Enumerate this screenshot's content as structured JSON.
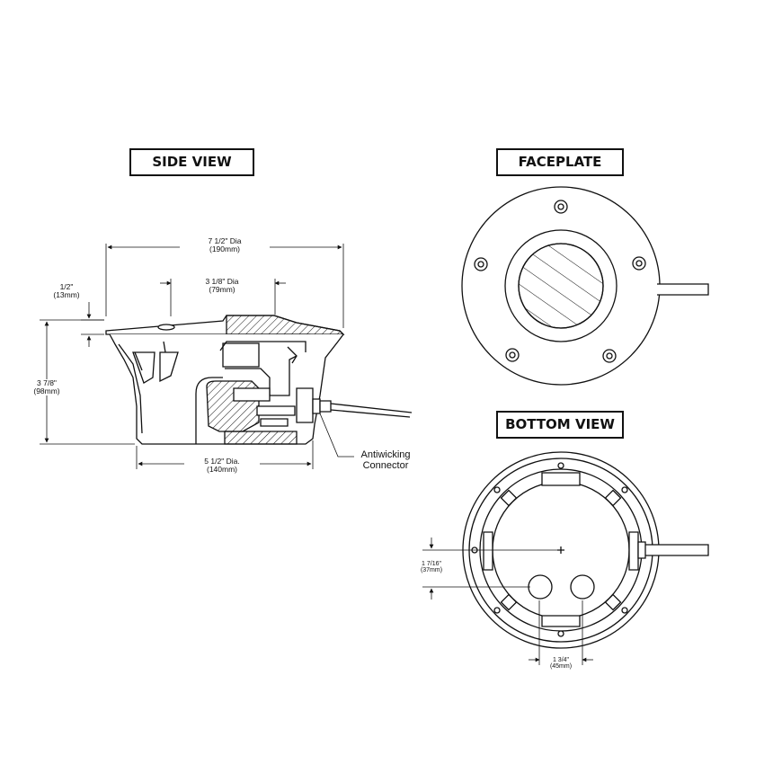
{
  "views": {
    "side": {
      "title": "SIDE VIEW"
    },
    "faceplate": {
      "title": "FACEPLATE"
    },
    "bottom": {
      "title": "BOTTOM VIEW"
    }
  },
  "dimensions": {
    "overall_diameter": {
      "imperial": "7 1/2\"  Dia",
      "metric": "(190mm)"
    },
    "lens_diameter": {
      "imperial": "3 1/8\"  Dia",
      "metric": "(79mm)"
    },
    "faceplate_thickness": {
      "imperial": "1/2\"",
      "metric": "(13mm)"
    },
    "overall_height": {
      "imperial": "3 7/8\"",
      "metric": "(98mm)"
    },
    "housing_diameter": {
      "imperial": "5 1/2\" Dia.",
      "metric": "(140mm)"
    },
    "hole_offset": {
      "imperial": "1 7/16\"",
      "metric": "(37mm)"
    },
    "hole_spacing": {
      "imperial": "1 3/4\"",
      "metric": "(45mm)"
    }
  },
  "callouts": {
    "connector": {
      "line1": "Antiwicking",
      "line2": "Connector"
    }
  },
  "colors": {
    "line": "#111111",
    "fill": "#ffffff"
  }
}
